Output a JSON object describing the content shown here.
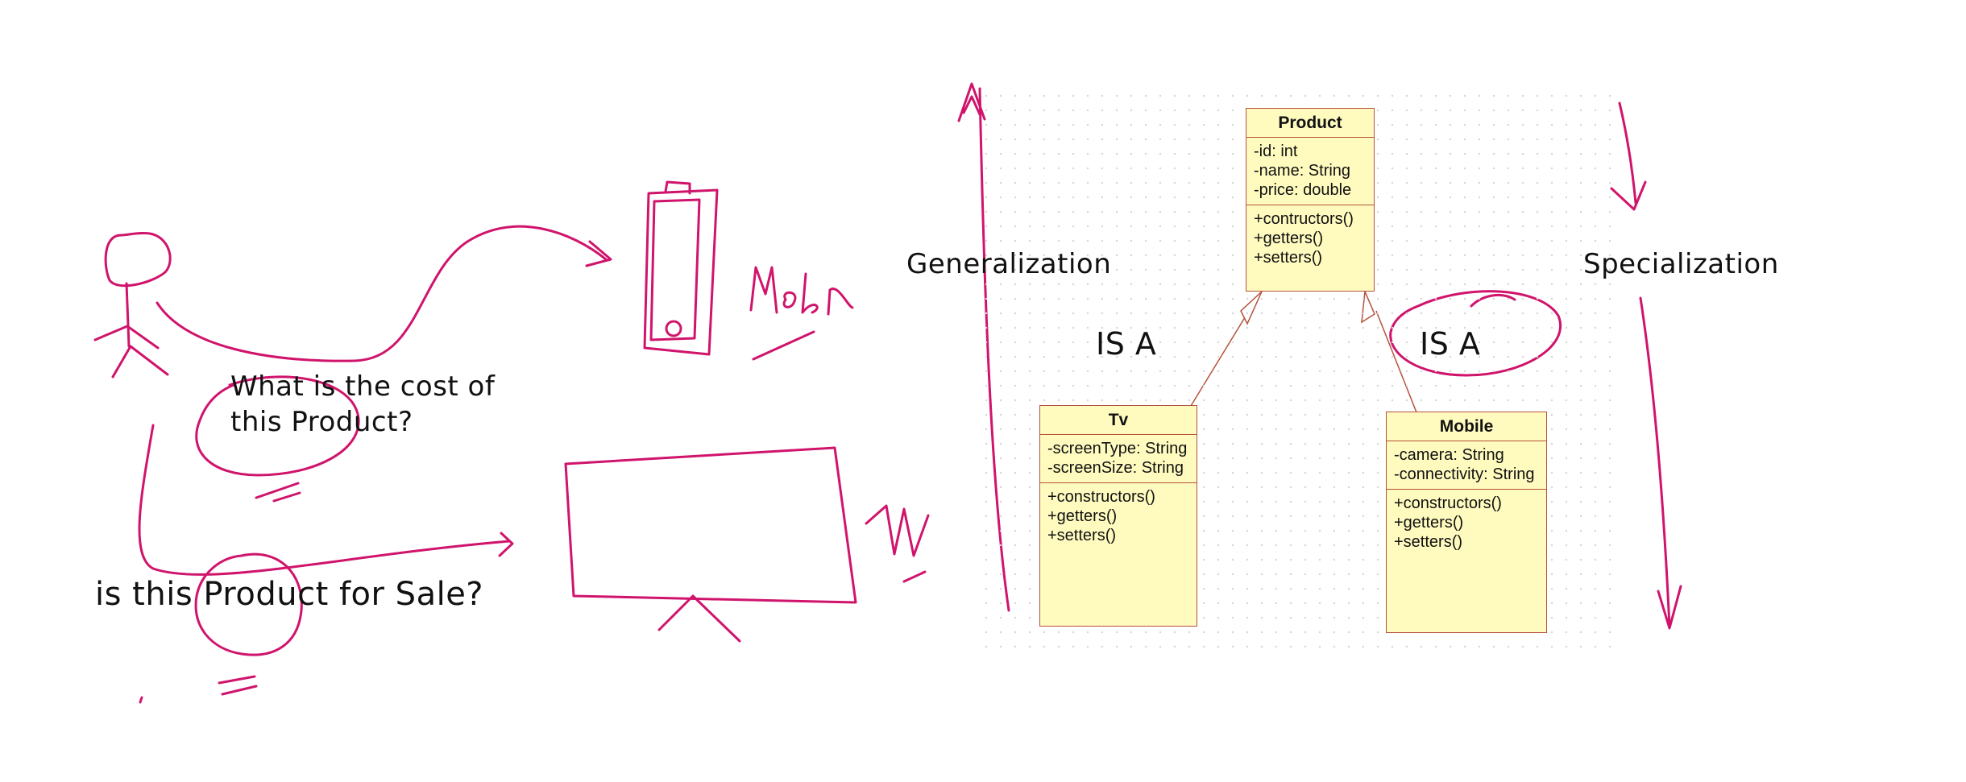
{
  "annotations": {
    "question_cost": "What is the cost of this Product?",
    "question_sale": "is this Product for Sale?",
    "generalization": "Generalization",
    "specialization": "Specialization",
    "is_a_left": "IS A",
    "is_a_right": "IS A",
    "mobile_scribble": "Mob",
    "tv_scribble": "tv"
  },
  "classes": {
    "product": {
      "name": "Product",
      "attributes": [
        "-id: int",
        "-name: String",
        "-price: double"
      ],
      "methods": [
        "+contructors()",
        "+getters()",
        "+setters()"
      ]
    },
    "tv": {
      "name": "Tv",
      "attributes": [
        "-screenType: String",
        "-screenSize: String"
      ],
      "methods": [
        "+constructors()",
        "+getters()",
        "+setters()"
      ]
    },
    "mobile": {
      "name": "Mobile",
      "attributes": [
        "-camera: String",
        "-connectivity: String"
      ],
      "methods": [
        "+constructors()",
        "+getters()",
        "+setters()"
      ]
    }
  },
  "colors": {
    "ink": "#d0146c",
    "uml_fill": "#fffbbf",
    "uml_border": "#b5523b"
  }
}
